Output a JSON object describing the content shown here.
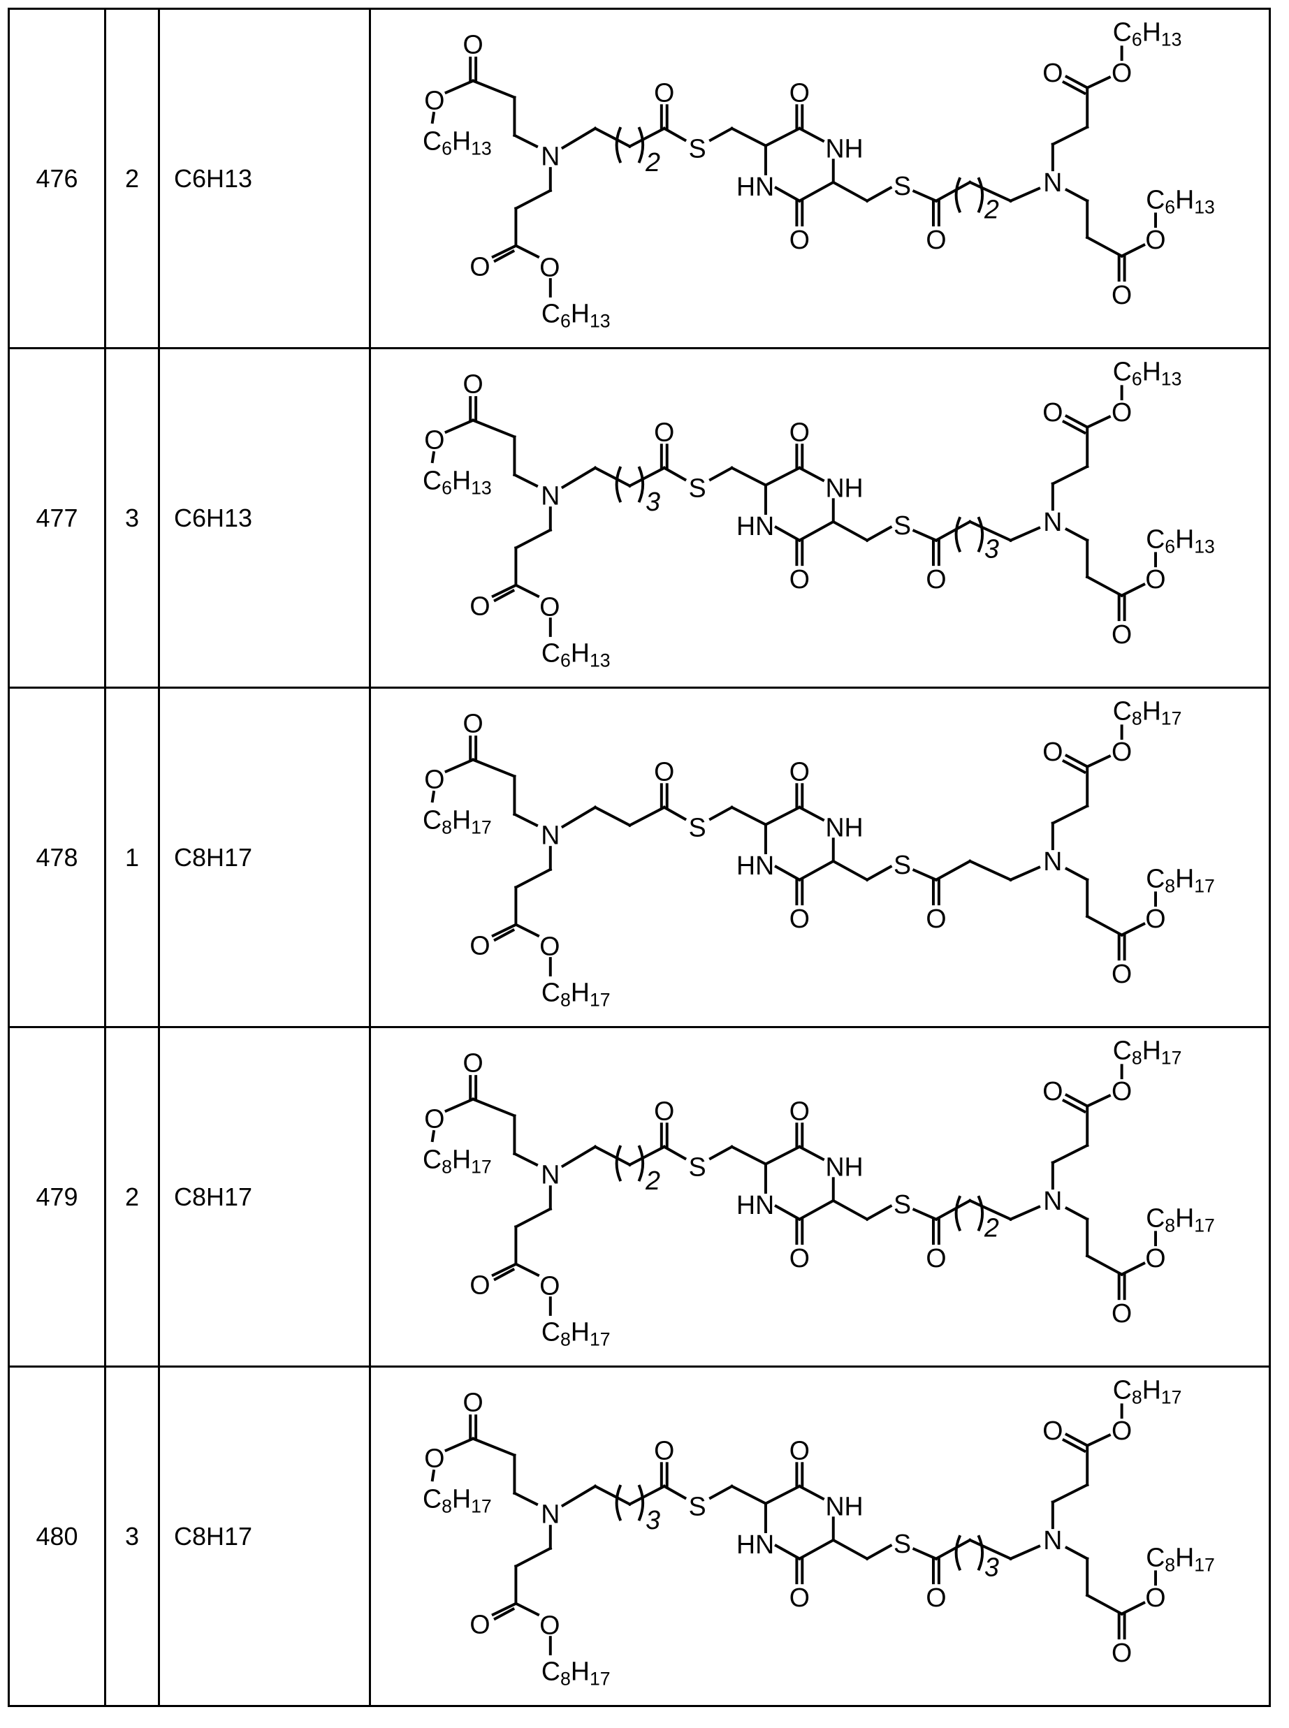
{
  "atoms": {
    "O": "O",
    "N": "N",
    "S": "S",
    "NH": "NH",
    "HN": "HN"
  },
  "rows": [
    {
      "id": "476",
      "n": "2",
      "r": "C6H13"
    },
    {
      "id": "477",
      "n": "3",
      "r": "C6H13"
    },
    {
      "id": "478",
      "n": "1",
      "r": "C8H17"
    },
    {
      "id": "479",
      "n": "2",
      "r": "C8H17"
    },
    {
      "id": "480",
      "n": "3",
      "r": "C8H17"
    }
  ]
}
